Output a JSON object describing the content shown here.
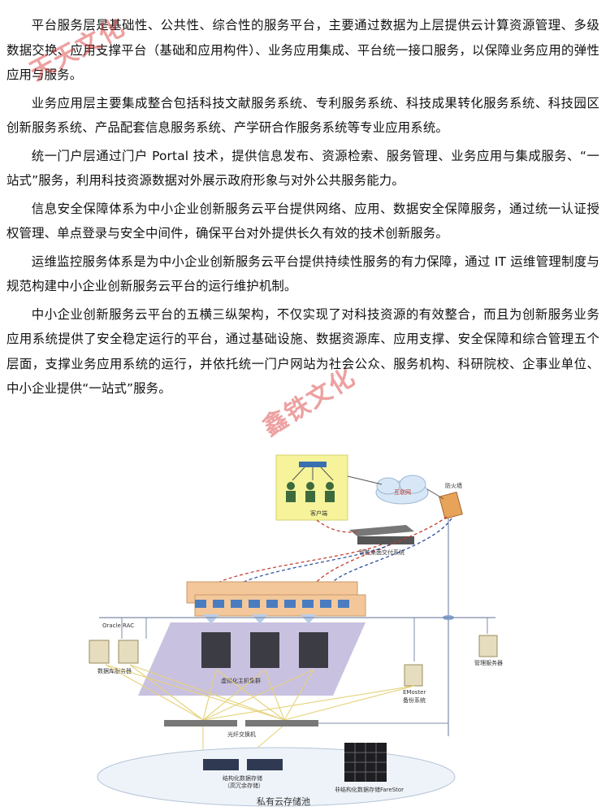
{
  "paragraphs": [
    "平台服务层是基础性、公共性、综合性的服务平台，主要通过数据为上层提供云计算资源管理、多级数据交换、应用支撑平台（基础和应用构件）、业务应用集成、平台统一接口服务，以保障业务应用的弹性应用与服务。",
    "业务应用层主要集成整合包括科技文献服务系统、专利服务系统、科技成果转化服务系统、科技园区创新服务系统、产品配套信息服务系统、产学研合作服务系统等专业应用系统。",
    "统一门户层通过门户 Portal 技术，提供信息发布、资源检索、服务管理、业务应用与集成服务、“一站式”服务，利用科技资源数据对外展示政府形象与对外公共服务能力。",
    "信息安全保障体系为中小企业创新服务云平台提供网络、应用、数据安全保障服务，通过统一认证授权管理、单点登录与安全中间件，确保平台对外提供长久有效的技术创新服务。",
    "运维监控服务体系是为中小企业创新服务云平台提供持续性服务的有力保障，通过 IT 运维管理制度与规范构建中小企业创新服务云平台的运行维护机制。",
    "中小企业创新服务云平台的五横三纵架构，不仅实现了对科技资源的有效整合，而且为创新服务业务应用系统提供了安全稳定运行的平台，通过基础设施、数据资源库、应用支撑、安全保障和综合管理五个层面，支撑业务应用系统的运行，并依托统一门户网站为社会公众、服务机构、科研院校、企事业单位、中小企业提供“一站式”服务。"
  ],
  "watermarks": {
    "top": "天天文化",
    "bottom": "鑫铁文化"
  },
  "diagram": {
    "client": "客户端",
    "internet": "互联网",
    "firewall": "防火墙",
    "delivery": "智能桌面交付系统",
    "oracle": "Oracle RAC",
    "db_server": "数据库服务器",
    "vm_cluster": "虚拟化主机集群",
    "backup_brand": "EMoster",
    "backup": "备份系统",
    "mgmt_server": "管理服务器",
    "fc_switch": "光纤交换机",
    "structured_storage": "结构化数据存储",
    "structured_sub": "（高冗余存储）",
    "unstructured_storage": "非结构化数据存储FareStor",
    "pool": "私有云存储池"
  },
  "colors": {
    "watermark": "#d72d2d",
    "purple_zone": "#9c8ec6",
    "client_zone": "#f6f39a",
    "cloud": "#d7e7f7",
    "link_red": "#c0392b",
    "link_blue": "#2c4a9a"
  }
}
